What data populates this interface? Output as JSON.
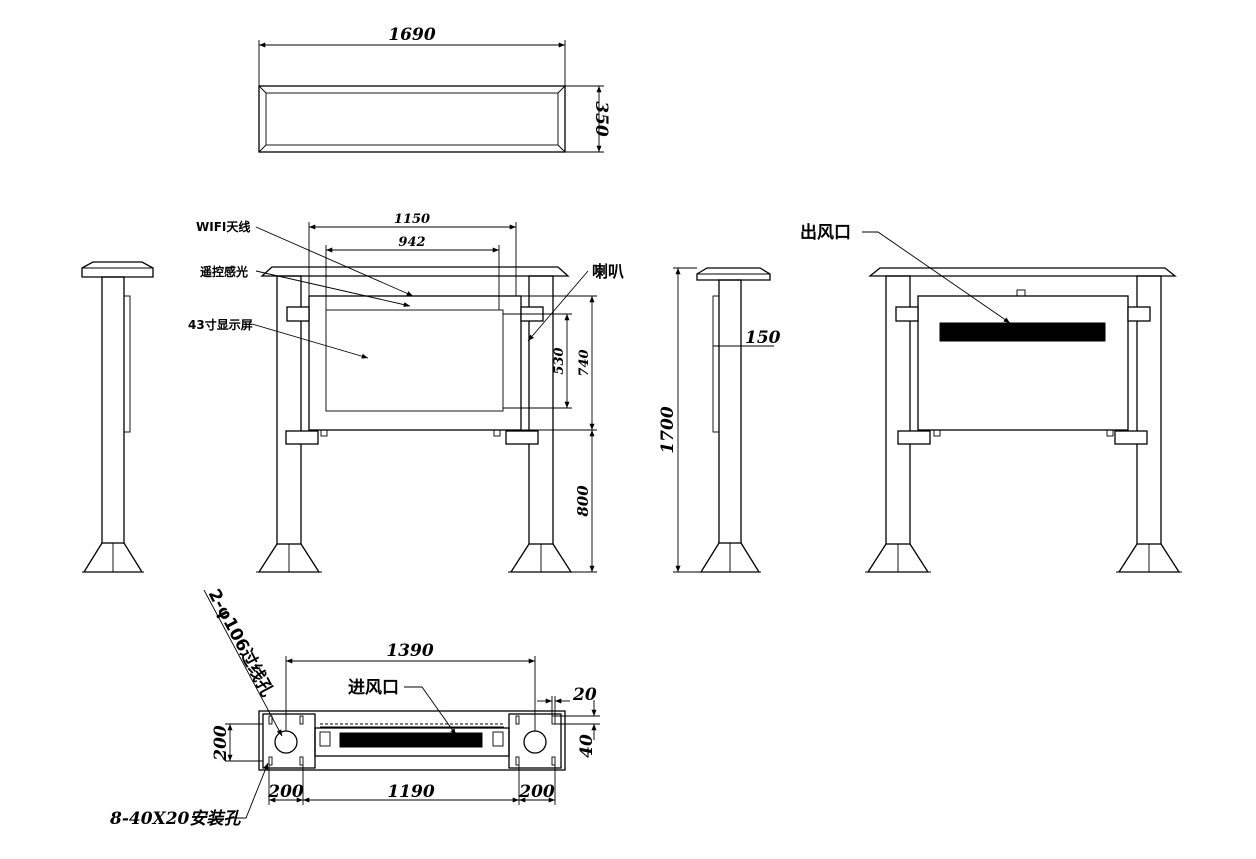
{
  "top_view": {
    "width_dim": "1690",
    "depth_dim": "350"
  },
  "front_view": {
    "dim_outer_width": "1150",
    "dim_screen_width": "942",
    "dim_screen_height": "530",
    "dim_panel_height": "740",
    "dim_leg_height": "800",
    "label_wifi": "WIFI天线",
    "label_remote": "遥控感光",
    "label_screen": "43寸显示屏",
    "label_speaker": "喇叭"
  },
  "side_view": {
    "dim_total_height": "1700",
    "dim_depth": "150"
  },
  "back_view": {
    "label_outlet": "出风口"
  },
  "base_view": {
    "label_cable_hole": "2-φ106过线孔",
    "dim_hole_span": "1390",
    "label_inlet": "进风口",
    "dim_20": "20",
    "dim_40": "40",
    "dim_200_left": "200",
    "dim_200_bottom_left": "200",
    "dim_1190": "1190",
    "dim_200_bottom_right": "200",
    "label_mount_holes": "8-40X20安装孔"
  }
}
